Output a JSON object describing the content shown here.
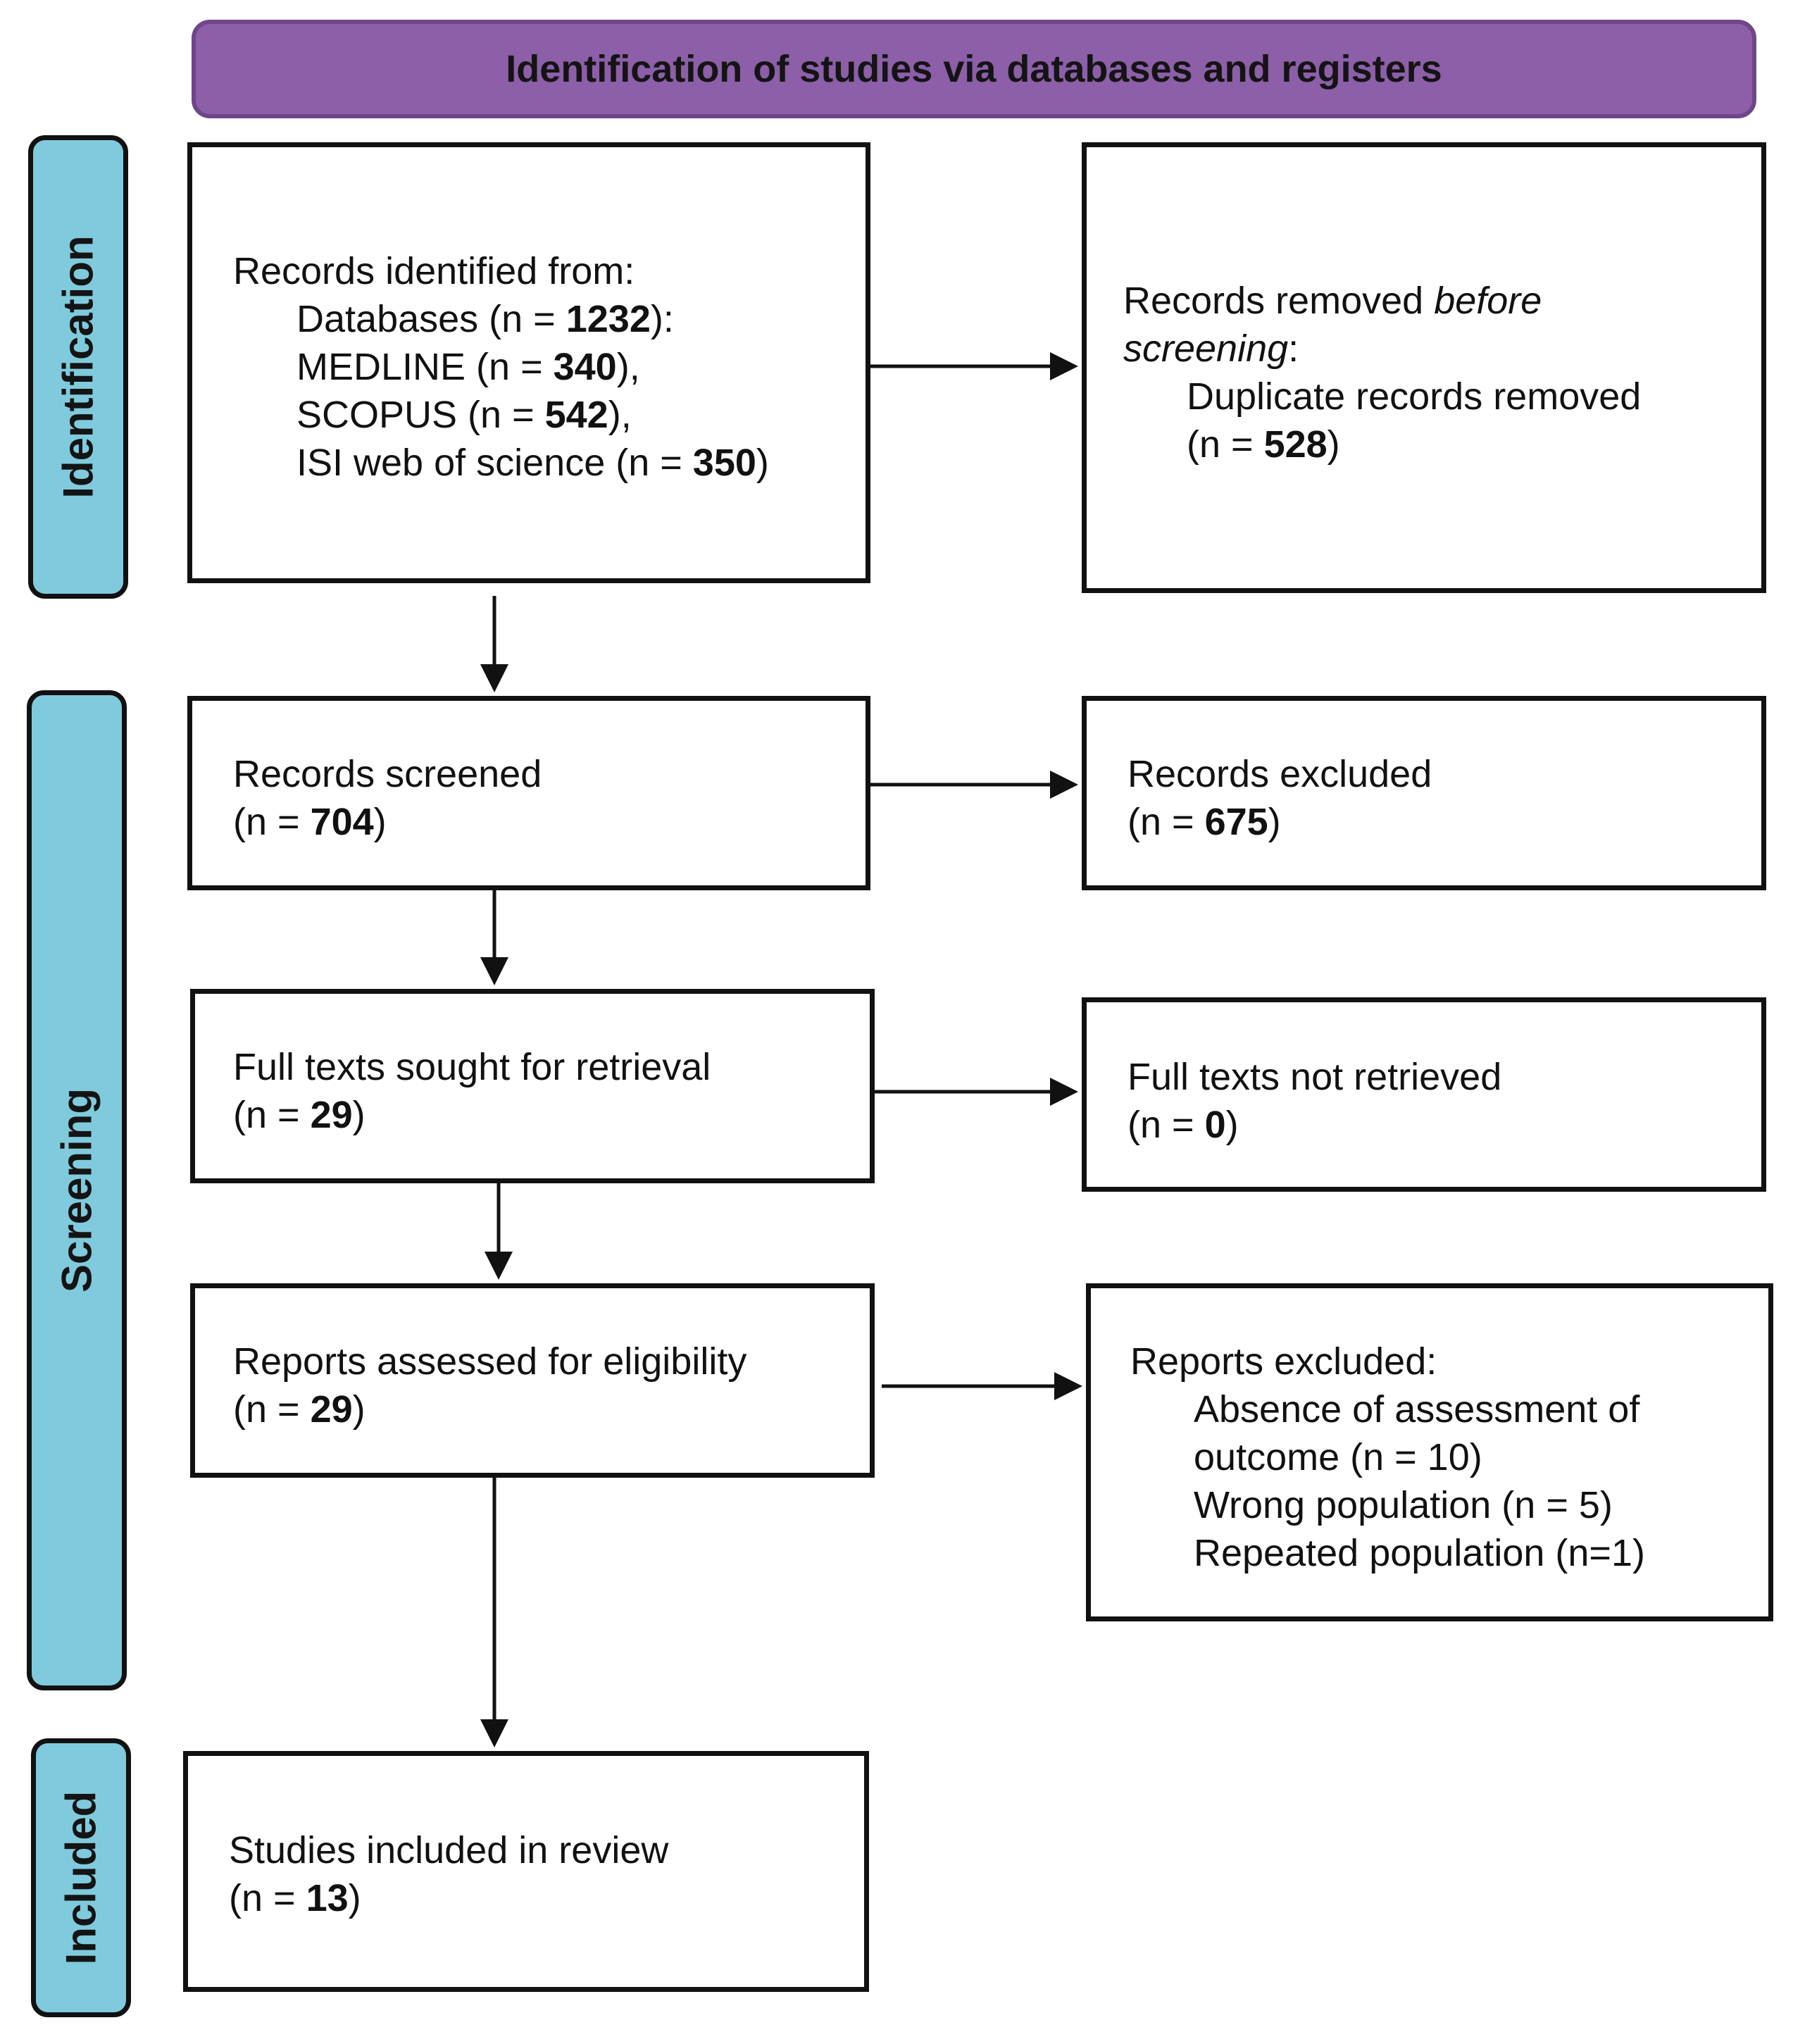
{
  "header": {
    "title": "Identification of studies via databases and registers"
  },
  "phases": {
    "identification": "Identification",
    "screening": "Screening",
    "included": "Included"
  },
  "identified": {
    "line1": "Records identified from:",
    "db_prefix": "Databases (n = ",
    "db_count": "1232",
    "db_suffix": "):",
    "medline_prefix": "MEDLINE (n = ",
    "medline_count": "340",
    "medline_suffix": "),",
    "scopus_prefix": "SCOPUS (n = ",
    "scopus_count": "542",
    "scopus_suffix": "),",
    "isi_prefix": "ISI web of science (n = ",
    "isi_count": "350",
    "isi_suffix": ")"
  },
  "removed": {
    "line1_a": "Records removed ",
    "line1_b": "before",
    "line2_a": "screening",
    "line2_b": ":",
    "line3": "Duplicate records removed",
    "n_prefix": "(n = ",
    "n_count": "528",
    "n_suffix": ")"
  },
  "screened": {
    "label": "Records screened",
    "n_prefix": "(n = ",
    "n_count": "704",
    "n_suffix": ")"
  },
  "excluded": {
    "label": "Records excluded",
    "n_prefix": "(n = ",
    "n_count": "675",
    "n_suffix": ")"
  },
  "sought": {
    "label": "Full texts sought for retrieval",
    "n_prefix": "(n = ",
    "n_count": "29",
    "n_suffix": ")"
  },
  "not_retrieved": {
    "label": "Full texts not retrieved",
    "n_prefix": "(n = ",
    "n_count": "0",
    "n_suffix": ")"
  },
  "assessed": {
    "label": "Reports assessed for eligibility",
    "n_prefix": "(n = ",
    "n_count": "29",
    "n_suffix": ")"
  },
  "reports_excluded": {
    "label": "Reports excluded:",
    "reason1_a": "Absence of assessment of",
    "reason1_b": "outcome (n = 10)",
    "reason2": "Wrong population (n = 5)",
    "reason3": "Repeated population (n=1)"
  },
  "included_studies": {
    "label": "Studies included in review",
    "n_prefix": "(n = ",
    "n_count": "13",
    "n_suffix": ")"
  }
}
